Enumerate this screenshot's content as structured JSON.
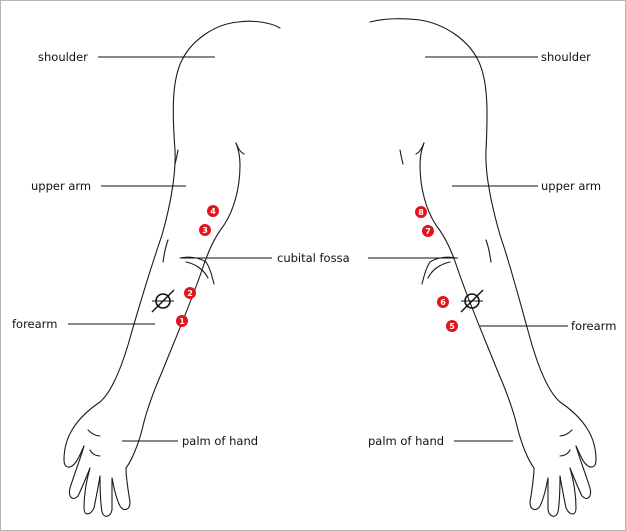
{
  "labels": {
    "left_shoulder": "shoulder",
    "right_shoulder": "shoulder",
    "left_upper_arm": "upper arm",
    "right_upper_arm": "upper arm",
    "cubital_fossa": "cubital fossa",
    "left_forearm": "forearm",
    "right_forearm": "forearm",
    "left_palm": "palm of hand",
    "right_palm": "palm of hand"
  },
  "markers": [
    "1",
    "2",
    "3",
    "4",
    "5",
    "6",
    "7",
    "8"
  ],
  "colors": {
    "marker": "#e3141b",
    "outline": "#1a1a1a",
    "border": "#b5b5b5"
  },
  "icons": {
    "target": "crosshair-target-icon"
  }
}
